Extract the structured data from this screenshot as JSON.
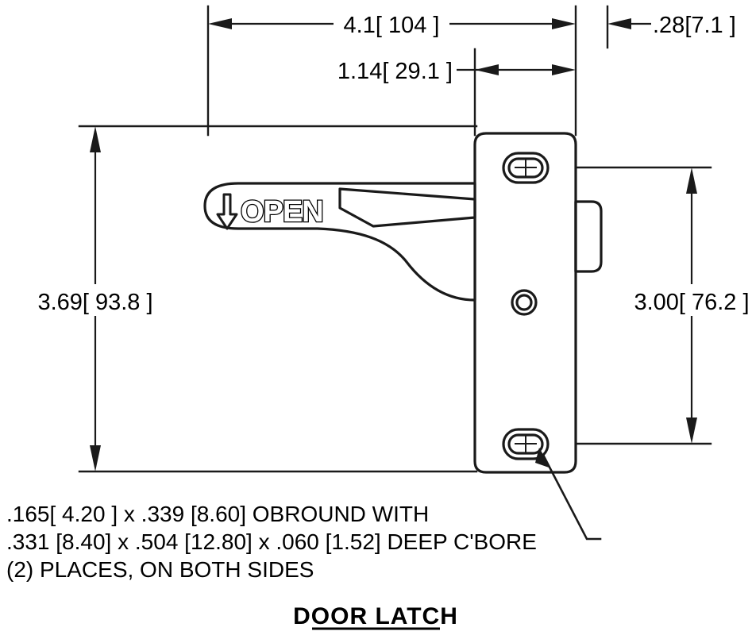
{
  "drawing": {
    "title": "DOOR LATCH",
    "part_label": "OPEN",
    "arrow_glyph": "down-arrow",
    "dimensions": {
      "overall_width": "4.1[ 104 ]",
      "plate_width": "1.14[ 29.1 ]",
      "tab_depth": ".28[7.1 ]",
      "overall_height": "3.69[ 93.8 ]",
      "hole_spacing": "3.00[ 76.2 ]"
    },
    "notes": [
      ".165[ 4.20 ] x .339 [8.60] OBROUND WITH",
      ".331 [8.40] x .504 [12.80] x .060 [1.52] DEEP C'BORE",
      "(2) PLACES, ON BOTH SIDES"
    ],
    "colors": {
      "line": "#1a1a1a",
      "background": "#ffffff",
      "text": "#000000"
    }
  }
}
